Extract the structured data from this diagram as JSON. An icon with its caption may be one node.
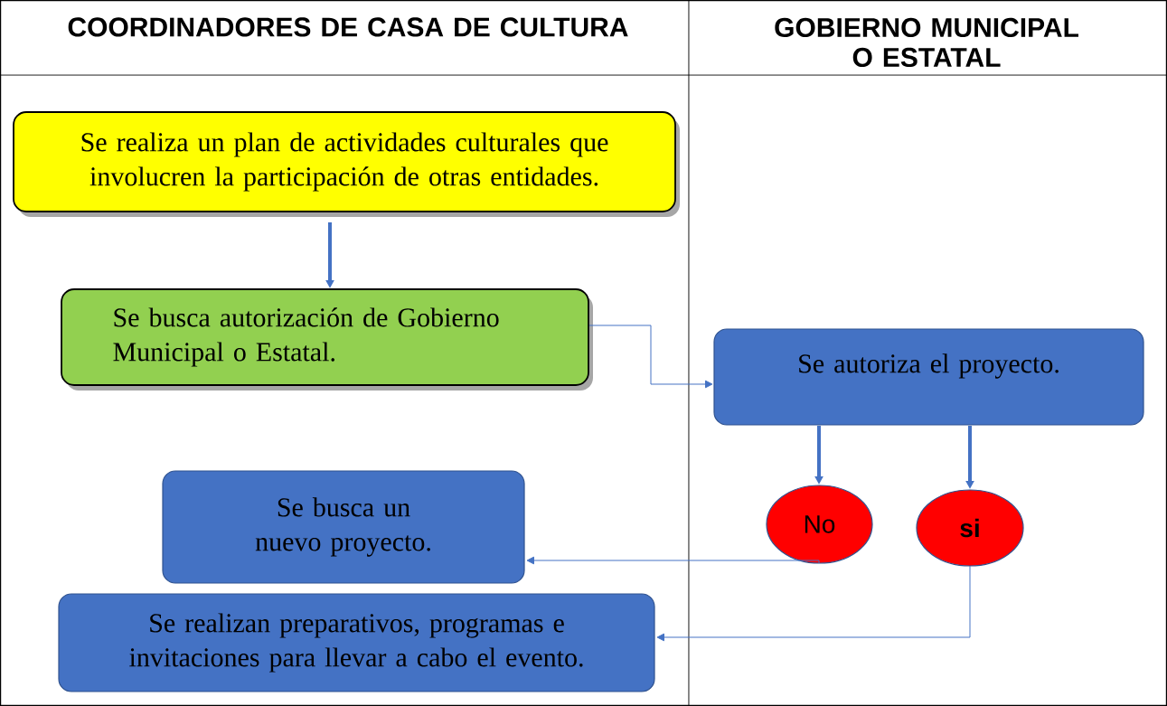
{
  "diagram": {
    "nodes": [
      {
        "text": [
          "Se realiza un plan de actividades culturales que involucren la participación de otras entidades."
        ]
      },
      {
        "text": [
          "Se busca autorización de Gobierno Municipal o Estatal."
        ]
      },
      {
        "text": [
          "Se autoriza el proyecto."
        ]
      },
      {
        "text": [
          "No"
        ]
      },
      {
        "text": [
          "si"
        ]
      },
      {
        "text": [
          "Se busca un nuevo proyecto."
        ]
      },
      {
        "text": [
          "Se realizan preparativos, programas e invitaciones para llevar a cabo el evento."
        ]
      }
    ],
    "edges": [
      {
        "from": 0,
        "to": 1,
        "arrow": "to",
        "style": "thick"
      },
      {
        "from": 1,
        "to": 2,
        "arrow": "to"
      },
      {
        "from": 2,
        "to": 3,
        "arrow": "to",
        "style": "thick"
      },
      {
        "from": 2,
        "to": 4,
        "arrow": "to",
        "style": "thick"
      },
      {
        "from": 3,
        "to": 5,
        "arrow": "to"
      },
      {
        "from": 4,
        "to": 6,
        "arrow": "to"
      }
    ],
    "labels": [
      "COORDINADORES DE CASA DE CULTURA",
      "GOBIERNO MUNICIPAL O ESTATAL"
    ]
  }
}
